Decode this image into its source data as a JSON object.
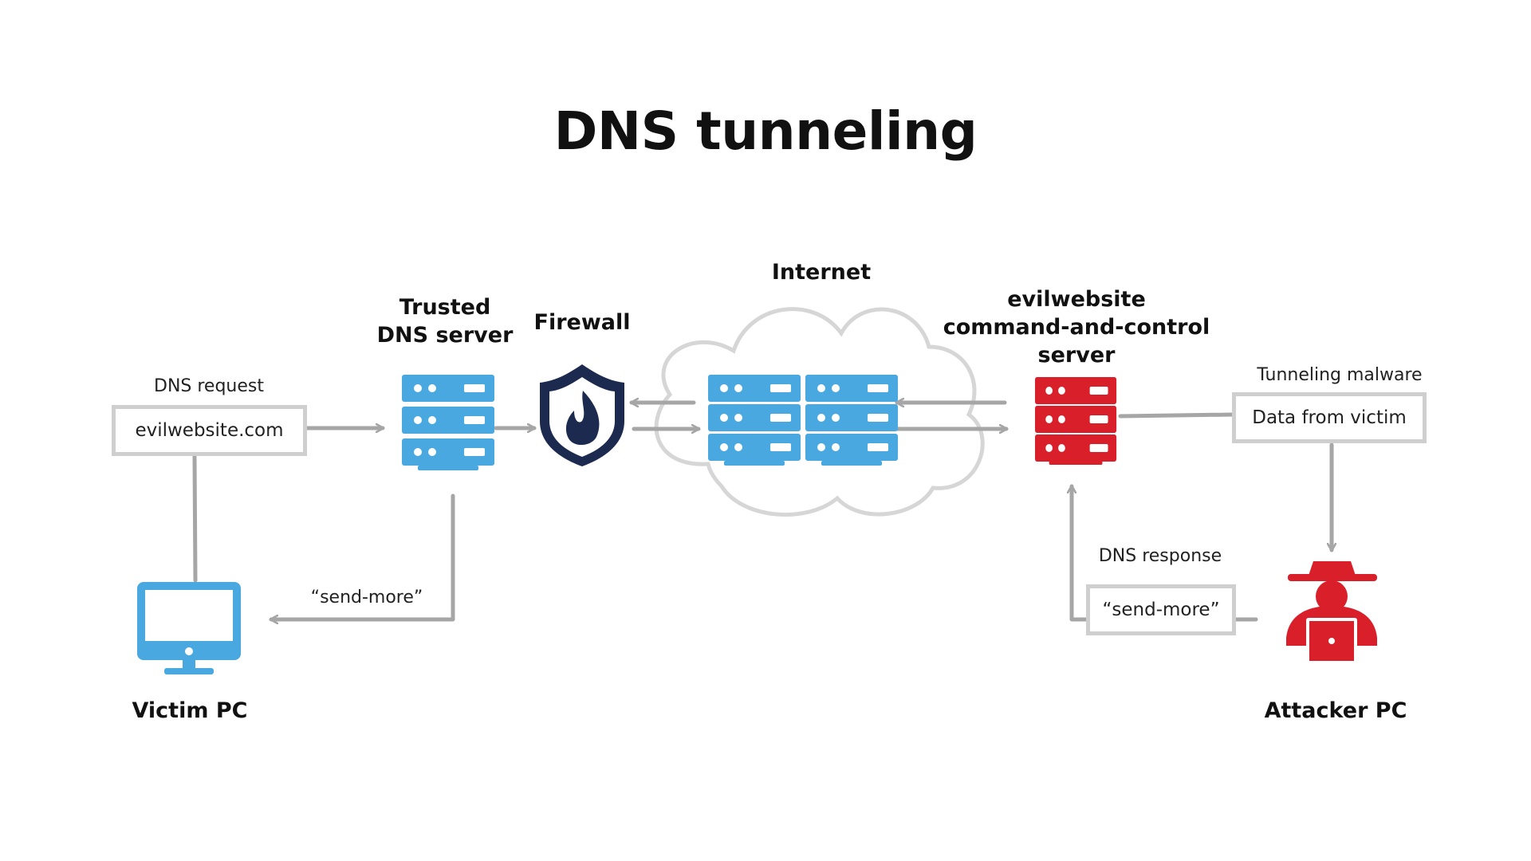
{
  "title": "DNS tunneling",
  "labels": {
    "trusted_dns_line1": "Trusted",
    "trusted_dns_line2": "DNS server",
    "firewall": "Firewall",
    "internet": "Internet",
    "c2_line1": "evilwebsite",
    "c2_line2": "command-and-control",
    "c2_line3": "server",
    "victim_pc": "Victim PC",
    "attacker_pc": "Attacker PC",
    "dns_request": "DNS request",
    "tunneling_malware": "Tunneling malware",
    "dns_response": "DNS response",
    "send_more_victim": "“send-more”"
  },
  "boxes": {
    "request_domain": "evilwebsite.com",
    "data_from_victim": "Data from victim",
    "response_send_more": "“send-more”"
  },
  "colors": {
    "server_blue": "#4aa8e0",
    "server_red": "#d81f2a",
    "shield_navy": "#1d2a4f",
    "connector_gray": "#a6a6a6",
    "box_border": "#cfcfcf",
    "cloud_outline": "#d6d6d6"
  },
  "icons": {
    "trusted_dns": "server-stack-icon",
    "firewall": "shield-flame-icon",
    "internet_servers": "server-stack-icon",
    "c2_server": "server-stack-icon",
    "victim": "monitor-icon",
    "attacker": "hacker-laptop-icon"
  }
}
